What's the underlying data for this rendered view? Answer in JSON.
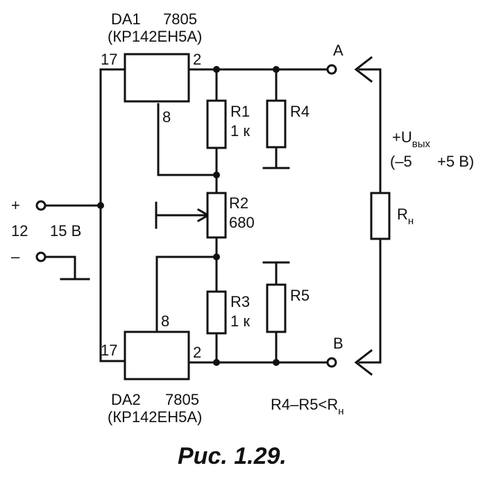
{
  "regulator_top": {
    "name": "DA1",
    "part": "7805",
    "alt_part": "(КР142ЕН5А)",
    "pin_in": "17",
    "pin_out": "2",
    "pin_gnd": "8"
  },
  "regulator_bottom": {
    "name": "DA2",
    "part": "7805",
    "alt_part": "(КР142ЕН5А)",
    "pin_in": "17",
    "pin_out": "2",
    "pin_gnd": "8"
  },
  "resistors": {
    "r1": {
      "label": "R1",
      "value": "1 к"
    },
    "r2": {
      "label": "R2",
      "value": "680"
    },
    "r3": {
      "label": "R3",
      "value": "1 к"
    },
    "r4": {
      "label": "R4"
    },
    "r5": {
      "label": "R5"
    },
    "rn": {
      "label": "R",
      "sub": "н"
    }
  },
  "terminals": {
    "a": "A",
    "b": "B"
  },
  "input": {
    "plus": "+",
    "minus": "–",
    "voltage_lo": "12",
    "voltage_hi": "15 В"
  },
  "output": {
    "prefix": "+U",
    "sub": "вых",
    "range_lo": "(–5",
    "range_hi": "+5 В)"
  },
  "condition": {
    "text": "R4–R5<R",
    "sub": "н"
  },
  "caption": "Рис. 1.29."
}
